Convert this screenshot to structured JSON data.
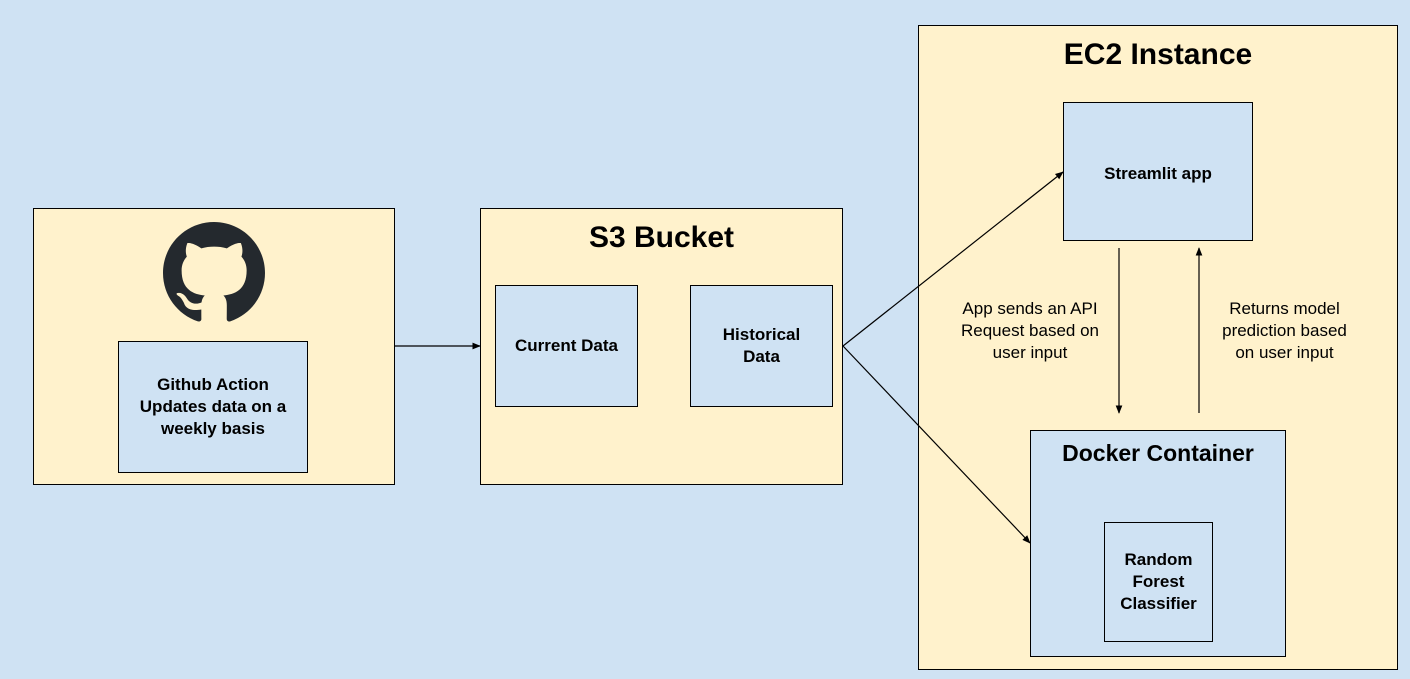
{
  "github_panel": {
    "icon": "github-icon",
    "action_label": "Github Action\nUpdates data on a\nweekly basis"
  },
  "s3_panel": {
    "title": "S3 Bucket",
    "current_label": "Current Data",
    "historical_label": "Historical\nData"
  },
  "ec2_panel": {
    "title": "EC2 Instance",
    "streamlit_label": "Streamlit app",
    "request_note": "App sends an API\nRequest based on\nuser input",
    "returns_note": "Returns model\nprediction based\non user input",
    "docker": {
      "title": "Docker Container",
      "model_label": "Random\nForest\nClassifier"
    }
  },
  "colors": {
    "background": "#cfe2f3",
    "panel": "#fff2cc",
    "node": "#cfe2f3",
    "stroke": "#000000"
  }
}
